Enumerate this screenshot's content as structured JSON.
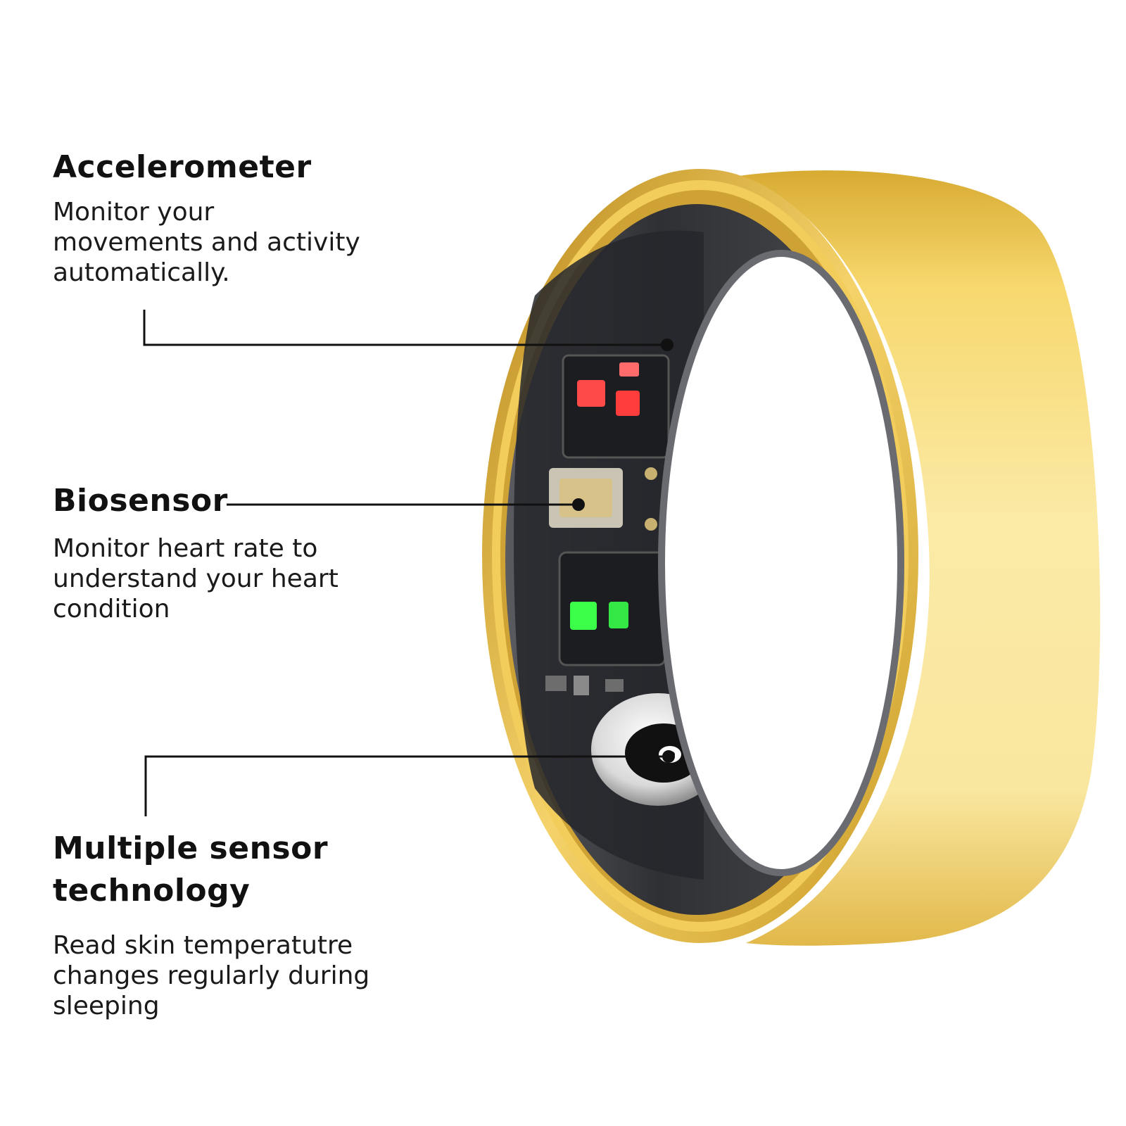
{
  "features": [
    {
      "title": "Accelerometer",
      "description": "Monitor your\nmovements and activity\nautomatically."
    },
    {
      "title": "Biosensor",
      "description": "Monitor heart rate to\nunderstand your heart\ncondition"
    },
    {
      "title": "Multiple sensor\ntechnology",
      "description": "Read skin temperatutre\nchanges regularly during\nsleeping"
    }
  ],
  "colors": {
    "ring_gold": "#e8c04a",
    "ring_gold_light": "#fbeaa3",
    "inner_shell": "#3a3b3f",
    "led_red": "#ff4a4a",
    "led_green": "#3cff4a",
    "callout_line": "#111111"
  }
}
